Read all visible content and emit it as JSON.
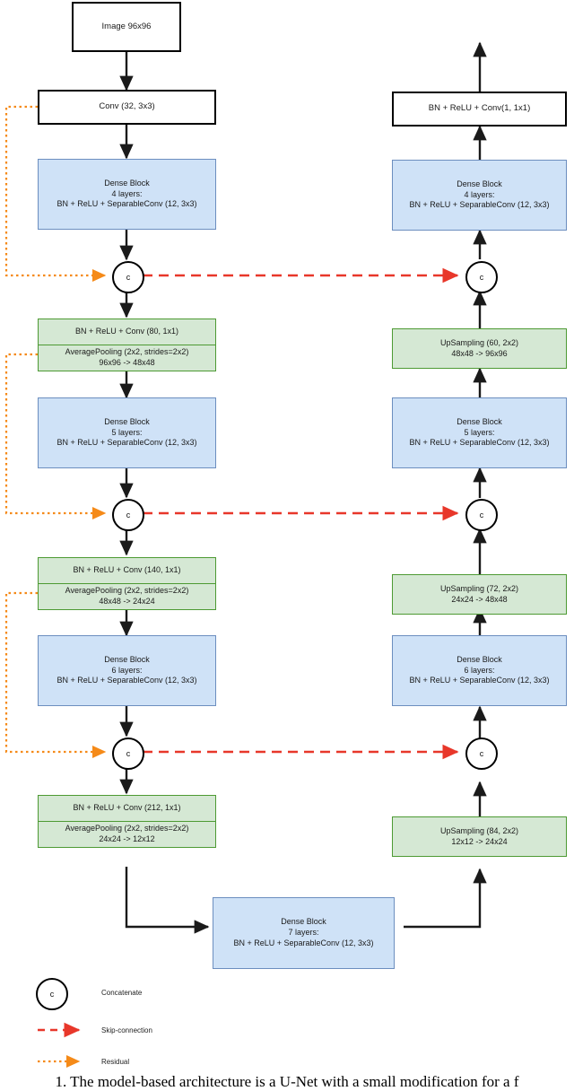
{
  "diagram": {
    "title": "U-Net style DenseNet architecture",
    "colors": {
      "blue_fill": "#cfe2f7",
      "blue_stroke": "#6c8ebf",
      "green_fill": "#d5e8d4",
      "green_stroke": "#4d9a33",
      "white_fill": "#ffffff",
      "black_stroke": "#000000",
      "skip_connection": "#e8372a",
      "residual": "#f58a18"
    },
    "input": {
      "label": "Image 96x96"
    },
    "stem": {
      "label": "Conv (32, 3x3)"
    },
    "output": {
      "label": "BN + ReLU + Conv(1, 1x1)"
    },
    "encoder": [
      {
        "dense_block": {
          "line1": "Dense Block",
          "line2": "4 layers:",
          "line3": "BN + ReLU + SeparableConv (12, 3x3)"
        },
        "transition": {
          "row1": "BN + ReLU + Conv (80, 1x1)",
          "row2_line1": "AveragePooling (2x2, strides=2x2)",
          "row2_line2": "96x96 -> 48x48"
        }
      },
      {
        "dense_block": {
          "line1": "Dense Block",
          "line2": "5 layers:",
          "line3": "BN + ReLU + SeparableConv (12, 3x3)"
        },
        "transition": {
          "row1": "BN + ReLU + Conv (140, 1x1)",
          "row2_line1": "AveragePooling (2x2, strides=2x2)",
          "row2_line2": "48x48 -> 24x24"
        }
      },
      {
        "dense_block": {
          "line1": "Dense Block",
          "line2": "6 layers:",
          "line3": "BN + ReLU + SeparableConv (12, 3x3)"
        },
        "transition": {
          "row1": "BN + ReLU + Conv (212, 1x1)",
          "row2_line1": "AveragePooling (2x2, strides=2x2)",
          "row2_line2": "24x24 -> 12x12"
        }
      }
    ],
    "bottleneck": {
      "line1": "Dense Block",
      "line2": "7 layers:",
      "line3": "BN + ReLU + SeparableConv (12, 3x3)"
    },
    "decoder": [
      {
        "upsampling": {
          "line1": "UpSampling (60, 2x2)",
          "line2": "48x48 -> 96x96"
        },
        "dense_block": {
          "line1": "Dense Block",
          "line2": "4 layers:",
          "line3": "BN + ReLU + SeparableConv (12, 3x3)"
        }
      },
      {
        "upsampling": {
          "line1": "UpSampling (72, 2x2)",
          "line2": "24x24 -> 48x48"
        },
        "dense_block": {
          "line1": "Dense Block",
          "line2": "5 layers:",
          "line3": "BN + ReLU + SeparableConv (12, 3x3)"
        }
      },
      {
        "upsampling": {
          "line1": "UpSampling (84, 2x2)",
          "line2": "12x12 -> 24x24"
        },
        "dense_block": {
          "line1": "Dense Block",
          "line2": "6 layers:",
          "line3": "BN + ReLU + SeparableConv (12, 3x3)"
        }
      }
    ],
    "concat_symbol": "c",
    "legend": {
      "items": [
        {
          "symbol": "c",
          "label": "Concatenate",
          "kind": "circle"
        },
        {
          "symbol": "",
          "label": "Skip-connection",
          "kind": "dashed-red"
        },
        {
          "symbol": "",
          "label": "Residual",
          "kind": "dotted-orange"
        }
      ]
    },
    "caption": "1. The model-based architecture is a U-Net with a small modification for a f"
  }
}
